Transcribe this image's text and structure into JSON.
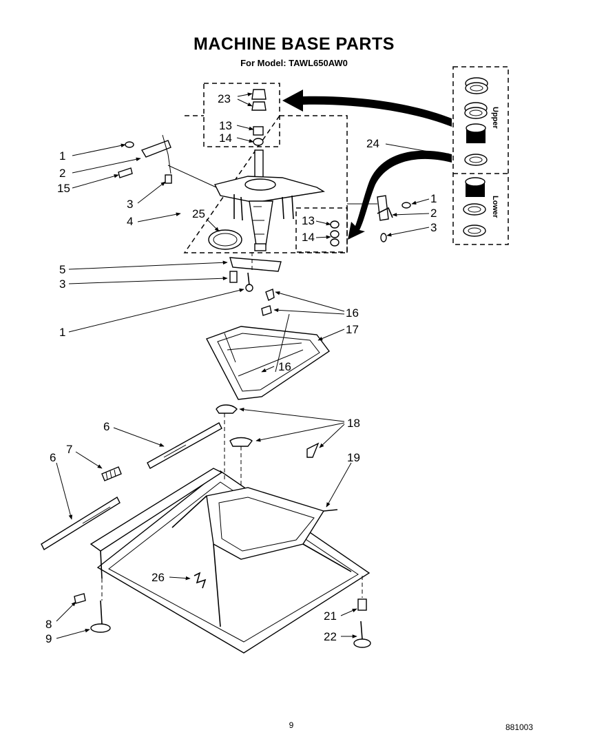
{
  "page": {
    "title": "MACHINE BASE PARTS",
    "model_line": "For Model: TAWL650AW0",
    "page_number": "9",
    "doc_code": "881003"
  },
  "kit_labels": {
    "upper": "Upper",
    "lower": "Lower"
  },
  "callouts": [
    {
      "id": "c23",
      "text": "23"
    },
    {
      "id": "c13a",
      "text": "13"
    },
    {
      "id": "c14a",
      "text": "14"
    },
    {
      "id": "c1a",
      "text": "1"
    },
    {
      "id": "c2a",
      "text": "2"
    },
    {
      "id": "c15",
      "text": "15"
    },
    {
      "id": "c24",
      "text": "24"
    },
    {
      "id": "c3a",
      "text": "3"
    },
    {
      "id": "c4",
      "text": "4"
    },
    {
      "id": "c25",
      "text": "25"
    },
    {
      "id": "c13b",
      "text": "13"
    },
    {
      "id": "c14b",
      "text": "14"
    },
    {
      "id": "c1b",
      "text": "1"
    },
    {
      "id": "c2b",
      "text": "2"
    },
    {
      "id": "c3b",
      "text": "3"
    },
    {
      "id": "c5",
      "text": "5"
    },
    {
      "id": "c3c",
      "text": "3"
    },
    {
      "id": "c1c",
      "text": "1"
    },
    {
      "id": "c16a",
      "text": "16"
    },
    {
      "id": "c17",
      "text": "17"
    },
    {
      "id": "c16b",
      "text": "16"
    },
    {
      "id": "c6a",
      "text": "6"
    },
    {
      "id": "c18",
      "text": "18"
    },
    {
      "id": "c7",
      "text": "7"
    },
    {
      "id": "c6b",
      "text": "6"
    },
    {
      "id": "c19",
      "text": "19"
    },
    {
      "id": "c26",
      "text": "26"
    },
    {
      "id": "c8",
      "text": "8"
    },
    {
      "id": "c9",
      "text": "9"
    },
    {
      "id": "c21",
      "text": "21"
    },
    {
      "id": "c22",
      "text": "22"
    }
  ]
}
